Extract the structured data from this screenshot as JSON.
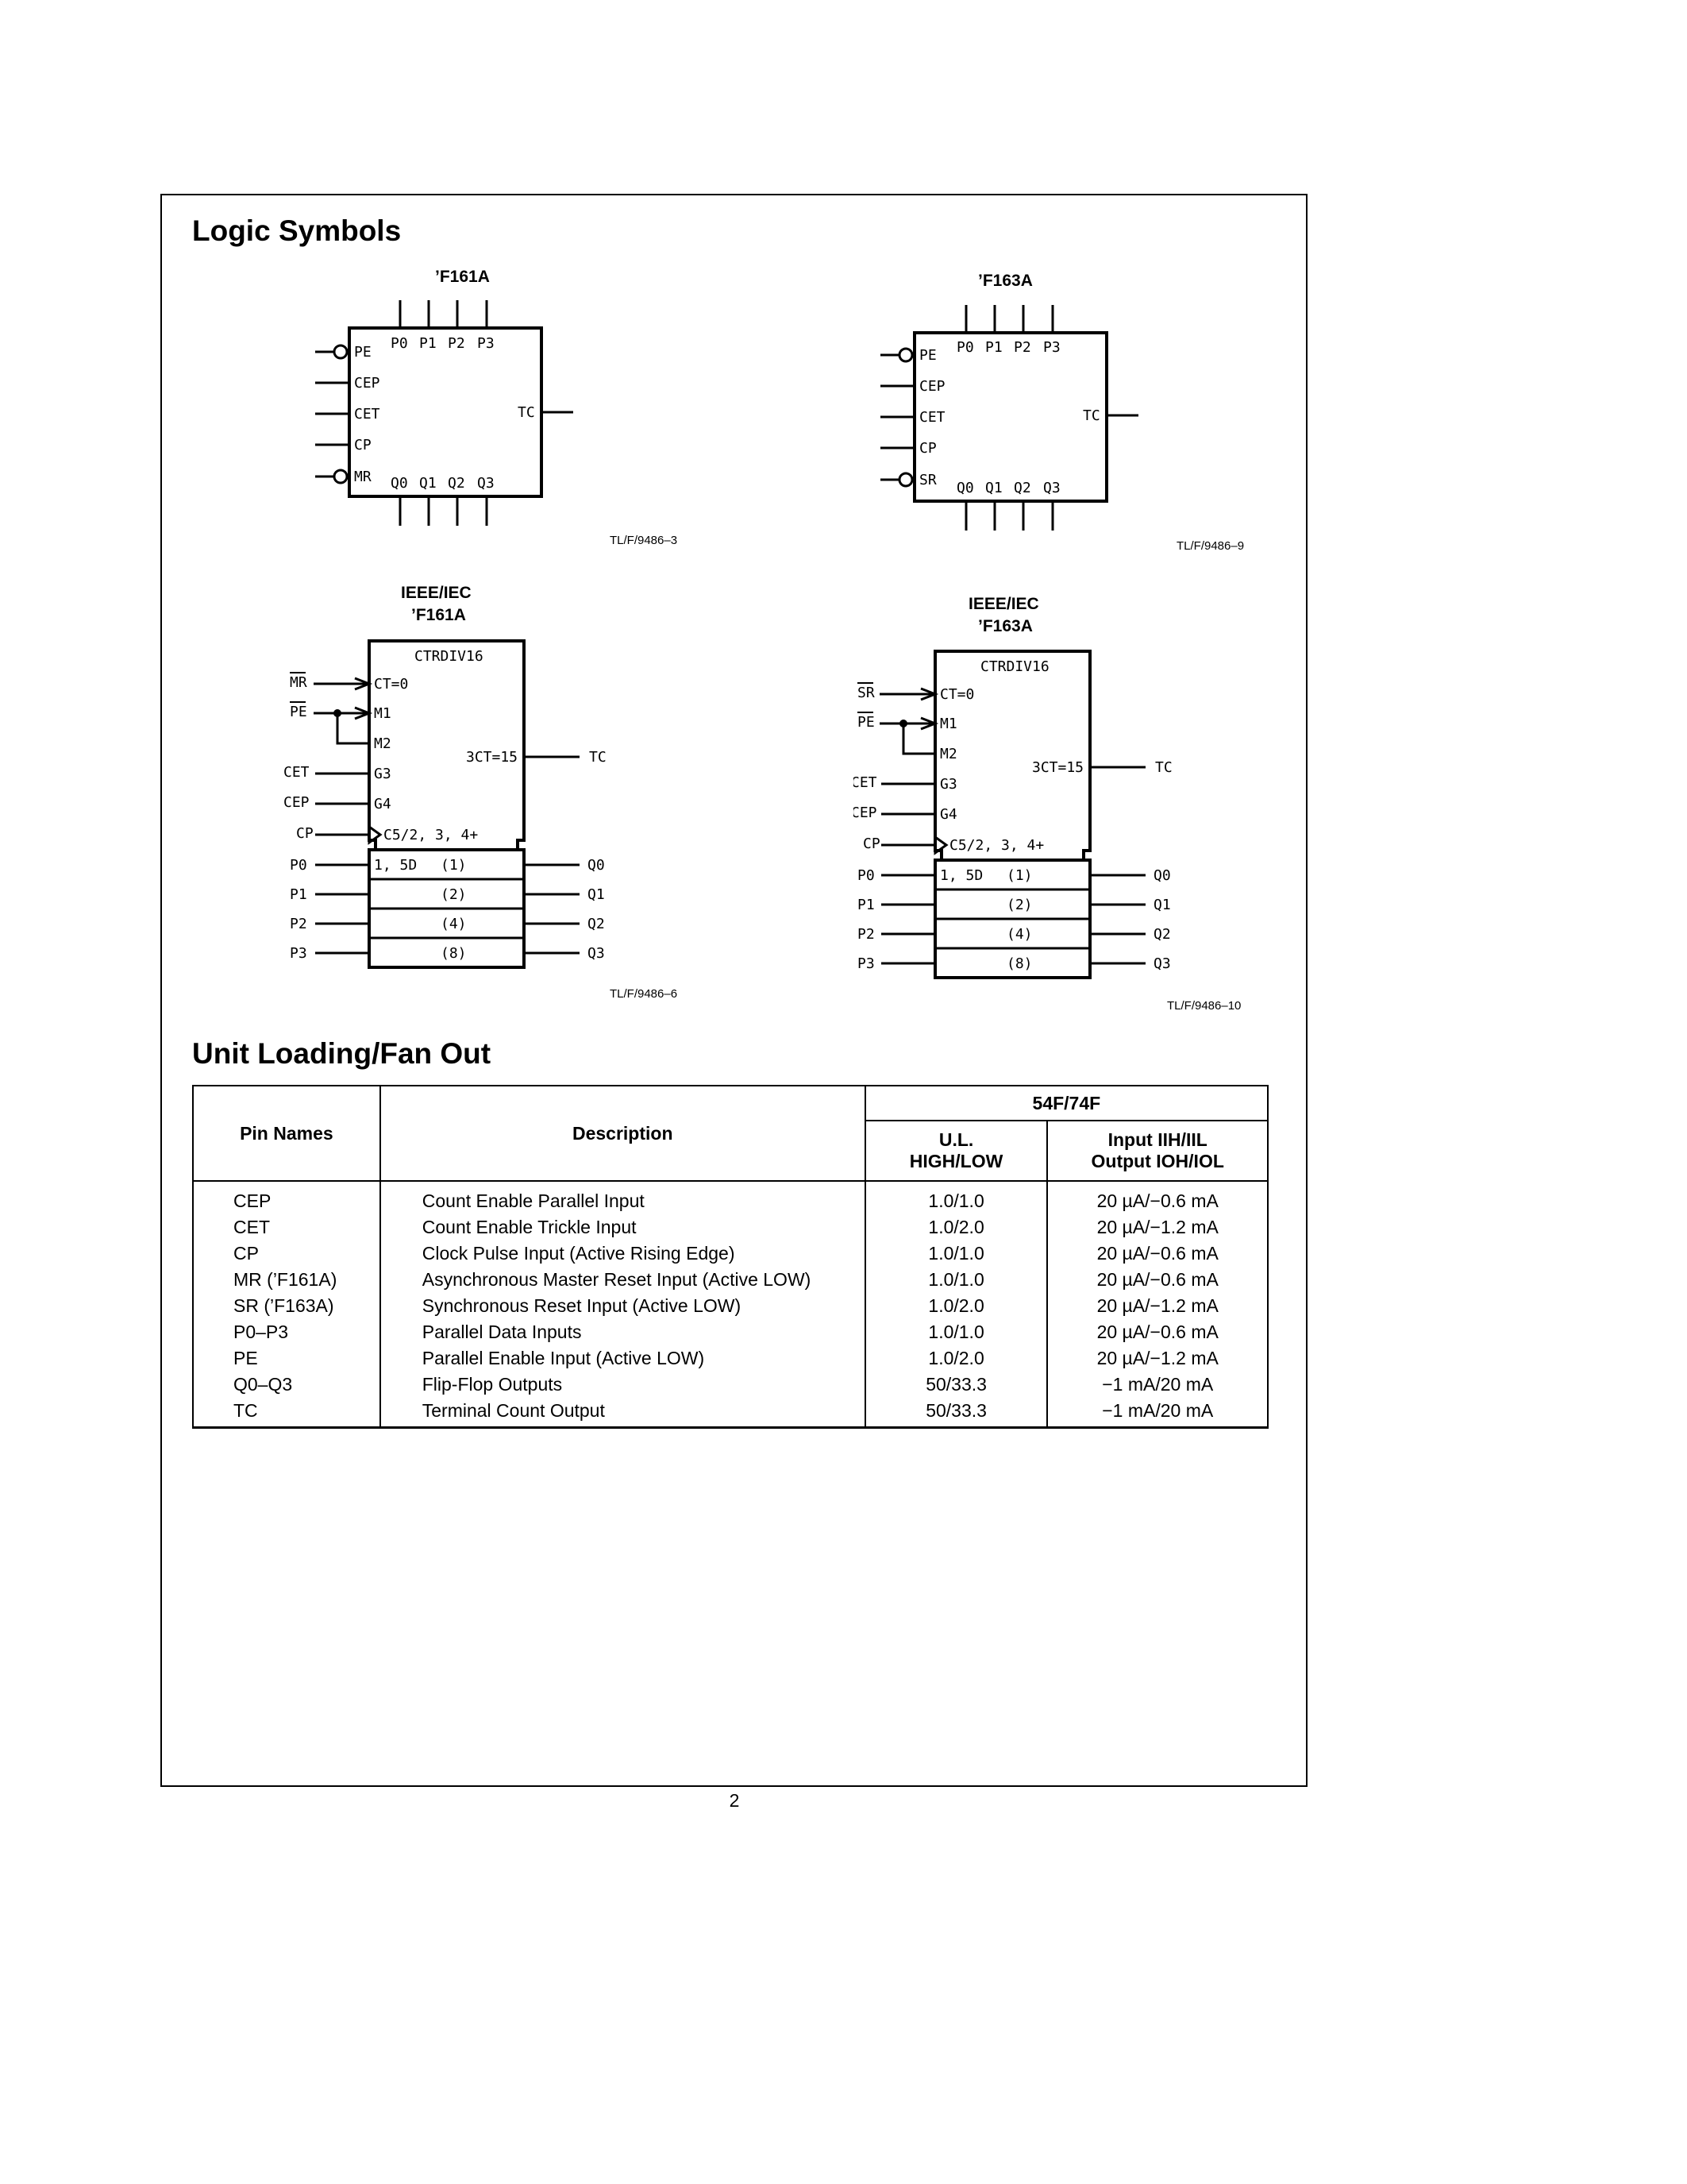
{
  "logic_symbols": {
    "title": "Logic Symbols",
    "f161a": {
      "title": "’F161A",
      "ref": "TL/F/9486–3",
      "inputs": [
        "PE",
        "CEP",
        "CET",
        "CP",
        "MR"
      ],
      "p_labels": [
        "P0",
        "P1",
        "P2",
        "P3"
      ],
      "q_labels": [
        "Q0",
        "Q1",
        "Q2",
        "Q3"
      ],
      "output": "TC"
    },
    "f163a": {
      "title": "’F163A",
      "ref": "TL/F/9486–9",
      "inputs": [
        "PE",
        "CEP",
        "CET",
        "CP",
        "SR"
      ],
      "p_labels": [
        "P0",
        "P1",
        "P2",
        "P3"
      ],
      "q_labels": [
        "Q0",
        "Q1",
        "Q2",
        "Q3"
      ],
      "output": "TC"
    },
    "ieee_f161a": {
      "title_line1": "IEEE/IEC",
      "title_line2": "’F161A",
      "ref": "TL/F/9486–6",
      "block_title": "CTRDIV16",
      "reset_pin": "MR",
      "pe_pin": "PE",
      "cet_pin": "CET",
      "cep_pin": "CEP",
      "cp_pin": "CP",
      "ct0": "CT=0",
      "m1": "M1",
      "m2": "M2",
      "g3": "G3",
      "g4": "G4",
      "clock": "C5/2, 3, 4+",
      "terminal": "3CT=15",
      "tc": "TC",
      "data_label": "1, 5D",
      "weights": [
        "(1)",
        "(2)",
        "(4)",
        "(8)"
      ],
      "p_labels": [
        "P0",
        "P1",
        "P2",
        "P3"
      ],
      "q_labels": [
        "Q0",
        "Q1",
        "Q2",
        "Q3"
      ]
    },
    "ieee_f163a": {
      "title_line1": "IEEE/IEC",
      "title_line2": "’F163A",
      "ref": "TL/F/9486–10",
      "block_title": "CTRDIV16",
      "reset_pin": "SR",
      "pe_pin": "PE",
      "cet_pin": "CET",
      "cep_pin": "CEP",
      "cp_pin": "CP",
      "ct0": "CT=0",
      "m1": "M1",
      "m2": "M2",
      "g3": "G3",
      "g4": "G4",
      "clock": "C5/2, 3, 4+",
      "terminal": "3CT=15",
      "tc": "TC",
      "data_label": "1, 5D",
      "weights": [
        "(1)",
        "(2)",
        "(4)",
        "(8)"
      ],
      "p_labels": [
        "P0",
        "P1",
        "P2",
        "P3"
      ],
      "q_labels": [
        "Q0",
        "Q1",
        "Q2",
        "Q3"
      ]
    }
  },
  "unit_loading": {
    "title": "Unit Loading/Fan Out",
    "group_header": "54F/74F",
    "headers": {
      "pin": "Pin Names",
      "desc": "Description",
      "ul_1": "U.L.",
      "ul_2": "HIGH/LOW",
      "io_1": "Input IIH/IIL",
      "io_2": "Output IOH/IOL"
    },
    "rows": [
      {
        "pin": "CEP",
        "desc": "Count Enable Parallel Input",
        "ul": "1.0/1.0",
        "io": "20 µA/−0.6 mA"
      },
      {
        "pin": "CET",
        "desc": "Count Enable Trickle Input",
        "ul": "1.0/2.0",
        "io": "20 µA/−1.2 mA"
      },
      {
        "pin": "CP",
        "desc": "Clock Pulse Input (Active Rising Edge)",
        "ul": "1.0/1.0",
        "io": "20 µA/−0.6 mA"
      },
      {
        "pin": "MR (’F161A)",
        "desc": "Asynchronous Master Reset Input (Active LOW)",
        "ul": "1.0/1.0",
        "io": "20 µA/−0.6 mA"
      },
      {
        "pin": "SR (’F163A)",
        "desc": "Synchronous Reset Input (Active LOW)",
        "ul": "1.0/2.0",
        "io": "20 µA/−1.2 mA"
      },
      {
        "pin": "P0–P3",
        "desc": "Parallel Data Inputs",
        "ul": "1.0/1.0",
        "io": "20 µA/−0.6 mA"
      },
      {
        "pin": "PE",
        "desc": "Parallel Enable Input (Active LOW)",
        "ul": "1.0/2.0",
        "io": "20 µA/−1.2 mA"
      },
      {
        "pin": "Q0–Q3",
        "desc": "Flip-Flop Outputs",
        "ul": "50/33.3",
        "io": "−1 mA/20 mA"
      },
      {
        "pin": "TC",
        "desc": "Terminal Count Output",
        "ul": "50/33.3",
        "io": "−1 mA/20 mA"
      }
    ]
  },
  "page_number": "2"
}
